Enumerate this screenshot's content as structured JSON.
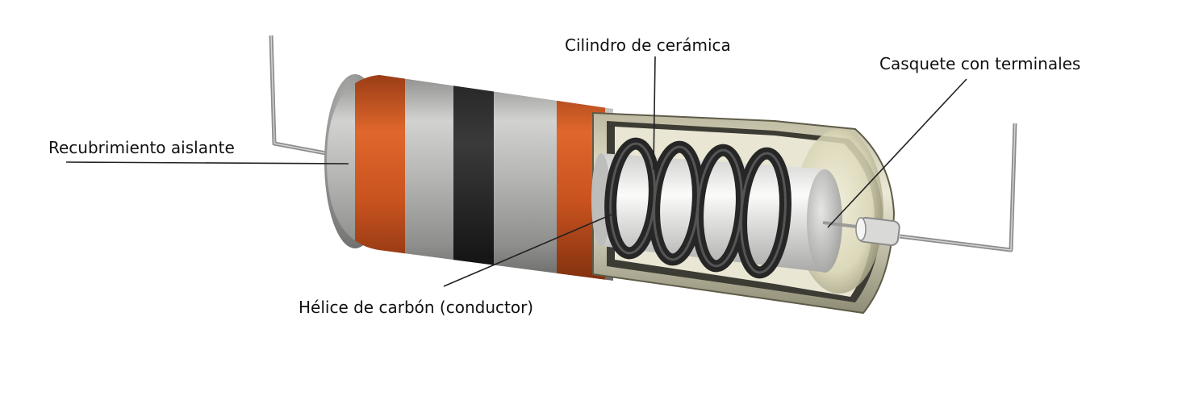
{
  "labels": {
    "insulating_coating": "Recubrimiento aislante",
    "ceramic_cylinder": "Cilindro de cerámica",
    "cap_with_terminals": "Casquete con terminales",
    "carbon_helix": "Hélice de carbón (conductor)"
  },
  "colors": {
    "body_gray": "#a9aaa8",
    "band_orange": "#c9531f",
    "band_black": "#141414",
    "helix_dark": "#2b2b2b",
    "ceramic_white": "#f0f0ee",
    "cap_shell": "#d8d4b4"
  }
}
